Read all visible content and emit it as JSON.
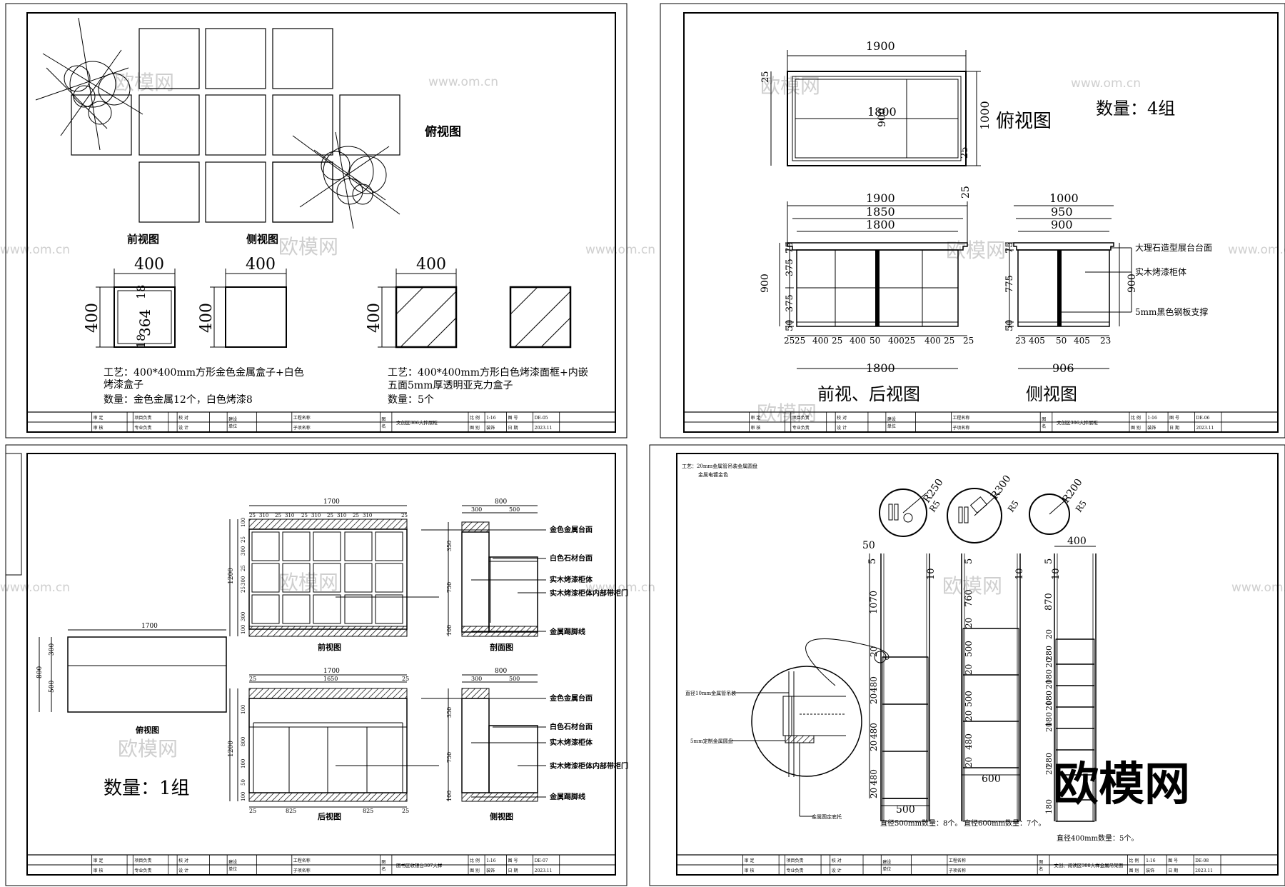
{
  "watermark": {
    "brand": "欧模网",
    "site": "www.om.cn",
    "big": "欧模网"
  },
  "titleblock": {
    "labels": {
      "shending": "审 定",
      "shenhe": "审 核",
      "xmfz": "项目负责",
      "zyfz": "专业负责",
      "jiaodui": "校 对",
      "sheji": "设 计",
      "jsdw": "建设单位",
      "gcmc": "工程名称",
      "zxmc": "子项名称",
      "tuming": "图名",
      "bili": "比 例",
      "tubie": "图 别",
      "tuhao": "图 号",
      "riqi": "日 期"
    },
    "scale": "1:16",
    "category": "装饰",
    "date": "2023.11"
  },
  "sheet1": {
    "title_block": {
      "drawing": "文创区306大拌展柜",
      "number": "DE-05"
    },
    "labels": {
      "top": "俯视图",
      "front": "前视图",
      "side": "侧视图"
    },
    "dims": {
      "w1": "400",
      "h1": "400",
      "inner": "364",
      "edge_t": "18",
      "edge_b": "18",
      "w2": "400",
      "h2": "400",
      "w3": "400",
      "h3": "400"
    },
    "notes": {
      "left_l1": "工艺：400*400mm方形金色金属盒子+白色",
      "left_l2": "烤漆盒子",
      "left_l3": "数量：金色金属12个，白色烤漆8",
      "right_l1": "工艺：400*400mm方形白色烤漆面框+内嵌",
      "right_l2": "五面5mm厚透明亚克力盒子",
      "right_l3": "数量：5个"
    }
  },
  "sheet2": {
    "title_block": {
      "drawing": "文创区306大拌展柜",
      "number": "DE-06"
    },
    "labels": {
      "top": "俯视图",
      "qty": "数量：4组",
      "front": "前视、后视图",
      "side": "侧视图"
    },
    "dims": {
      "top_w": "1900",
      "top_in": "1800",
      "top_mid": "900",
      "top_h": "1000",
      "top_25": "25",
      "top_25b": "25",
      "front_1900": "1900",
      "front_1850": "1850",
      "front_1800": "1800",
      "front_25": "25",
      "front_h": "900",
      "front_segs": [
        "75",
        "375",
        "375",
        "50"
      ],
      "front_bottom": [
        "25",
        "25",
        "400",
        "25",
        "400",
        "50",
        "400",
        "25",
        "400",
        "25",
        "25"
      ],
      "front_total": "1800",
      "side_1000": "1000",
      "side_950": "950",
      "side_900": "900",
      "side_h": "900",
      "side_segs": [
        "75",
        "775",
        "50"
      ],
      "side_bottom": [
        "23",
        "405",
        "50",
        "405",
        "23"
      ],
      "side_total": "906"
    },
    "callouts": [
      "大理石造型展台台面",
      "实木烤漆柜体",
      "5mm黑色钢板支撑"
    ]
  },
  "sheet3": {
    "title_block": {
      "drawing": "图书区收银台307大样",
      "number": "DE-07"
    },
    "labels": {
      "top": "俯视图",
      "qty": "数量：1组",
      "front": "前视图",
      "side1": "剖面图",
      "back": "后视图",
      "side2": "侧视图"
    },
    "dims": {
      "top_w": "1700",
      "top_h": "800",
      "top_300": "300",
      "top_500": "500",
      "fv_w": "1700",
      "fv_cols": [
        "25",
        "310",
        "25",
        "310",
        "25",
        "310",
        "25",
        "310",
        "25",
        "310",
        "25"
      ],
      "fv_h": "1200",
      "fv_rows": [
        "100",
        "300",
        "25",
        "300",
        "25",
        "300",
        "25",
        "100"
      ],
      "sv_w": "800",
      "sv_300": "300",
      "sv_500": "500",
      "sv_rows": [
        "100",
        "350",
        "750"
      ],
      "bv_w": "1700",
      "bv_in": "1650",
      "bv_25": "25",
      "bv_25b": "25",
      "bv_825a": "825",
      "bv_825b": "825",
      "bv_h": "1200",
      "bv_rows": [
        "100",
        "50",
        "100",
        "800",
        "100"
      ],
      "sv2_w": "800",
      "sv2_300": "300",
      "sv2_500": "500",
      "sv2_rows": [
        "100",
        "350",
        "750"
      ]
    },
    "callouts": [
      "金色金属台面",
      "白色石材台面",
      "实木烤漆柜体",
      "实木烤漆柜体内部带柜门",
      "金属踢脚线"
    ]
  },
  "sheet4": {
    "title_block": {
      "drawing": "文创、阅读区308大样金属吊架图",
      "number": "DE-08"
    },
    "notes": {
      "line1": "工艺：20mm金属管吊装金属圆盘",
      "line2": "金属电镀金色"
    },
    "radius": {
      "r1": "R250",
      "r1b": "R5",
      "r2": "R300",
      "r2b": "R5",
      "r3": "R200",
      "r3b": "R5"
    },
    "detail": {
      "pipe": "直径10mm金属管吊装",
      "disc": "5mm定制金属圆盘",
      "support": "金属圆定底托"
    },
    "dims": {
      "a_top": "50",
      "a_5": "5",
      "a_10": "10",
      "a_1070": "1070",
      "a_rows": [
        "20",
        "480",
        "20",
        "480",
        "20",
        "480",
        "20"
      ],
      "a_w": "500",
      "b_5": "5",
      "b_10": "10",
      "b_760": "760",
      "b_rows": [
        "20",
        "480",
        "20",
        "500",
        "20",
        "500",
        "20"
      ],
      "b_w": "600",
      "c_w": "400",
      "c_5": "5",
      "c_10": "10",
      "c_870": "870",
      "c_rows": [
        "20",
        "280",
        "20",
        "180",
        "20",
        "180",
        "20",
        "180",
        "20",
        "280",
        "20",
        "180"
      ]
    },
    "qty": {
      "a": "直径500mm数量：8个。",
      "b": "直径600mm数量：7个。",
      "c": "直径400mm数量：5个。"
    }
  }
}
